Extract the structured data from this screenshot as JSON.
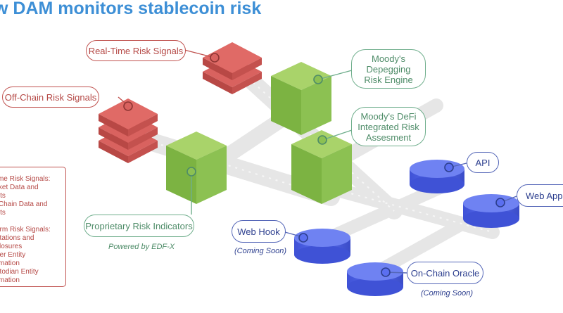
{
  "title": "w DAM monitors stablecoin risk",
  "nodes": {
    "realtime": "Real-Time Risk Signals",
    "offchain": "Off-Chain Risk Signals",
    "depeg": [
      "Moody's",
      "Depegging",
      "Risk Engine"
    ],
    "defi": [
      "Moody's DeFi",
      "Integrated Risk",
      "Assesment"
    ],
    "proprietary": "Proprietary Risk Indicators",
    "powered": "Powered by EDF-X",
    "api": "API",
    "webapp": "Web Applic",
    "webhook": "Web Hook",
    "webhook_note": "(Coming Soon)",
    "oracle": "On-Chain Oracle",
    "oracle_note": "(Coming Soon)"
  },
  "legend": {
    "lines": [
      "Time Risk Signals:",
      "arket Data and",
      "ents",
      "n-Chain Data and",
      "ents",
      "",
      "Term Risk Signals:",
      "estations and",
      "sclosures",
      "suer Entity",
      "ormation",
      "ustodian Entity",
      "ormation"
    ]
  },
  "colors": {
    "red": "#d9625f",
    "green": "#8cc152",
    "blue": "#5569e0",
    "track": "#e3e3e3"
  }
}
